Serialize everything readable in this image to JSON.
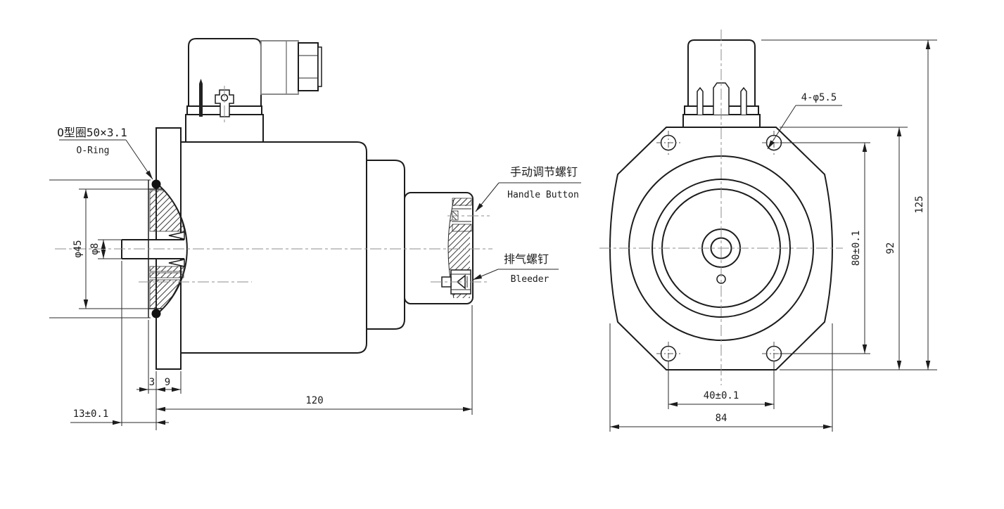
{
  "drawing": {
    "side_view": {
      "o_ring_label_cn": "O型圈50×3.1",
      "o_ring_label_en": "O-Ring",
      "handle_label_cn": "手动调节螺钉",
      "handle_label_en": "Handle Button",
      "bleeder_label_cn": "排气螺钉",
      "bleeder_label_en": "Bleeder",
      "dim_hub_diameter": "φ45",
      "dim_shaft_diameter": "φ8",
      "dim_hub_offset": "3",
      "dim_flange_thickness": "9",
      "dim_shaft_length": "13±0.1",
      "dim_total_length": "120"
    },
    "front_view": {
      "dim_mounting_holes": "4-φ5.5",
      "dim_hole_spacing_vertical": "80±0.1",
      "dim_flange_height": "92",
      "dim_total_height": "125",
      "dim_hole_spacing_horizontal": "40±0.1",
      "dim_flange_width": "84"
    },
    "colors": {
      "line": "#1c1c1c",
      "centerline": "#8e8e8e",
      "background": "#ffffff",
      "o_ring_fill": "#111111"
    }
  }
}
